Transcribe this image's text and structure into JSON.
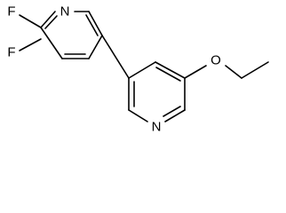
{
  "molecule": {
    "atoms": {
      "n_top": "N",
      "f_upper": "F",
      "f_lower": "F",
      "o_ether": "O",
      "n_bottom": "N"
    }
  }
}
